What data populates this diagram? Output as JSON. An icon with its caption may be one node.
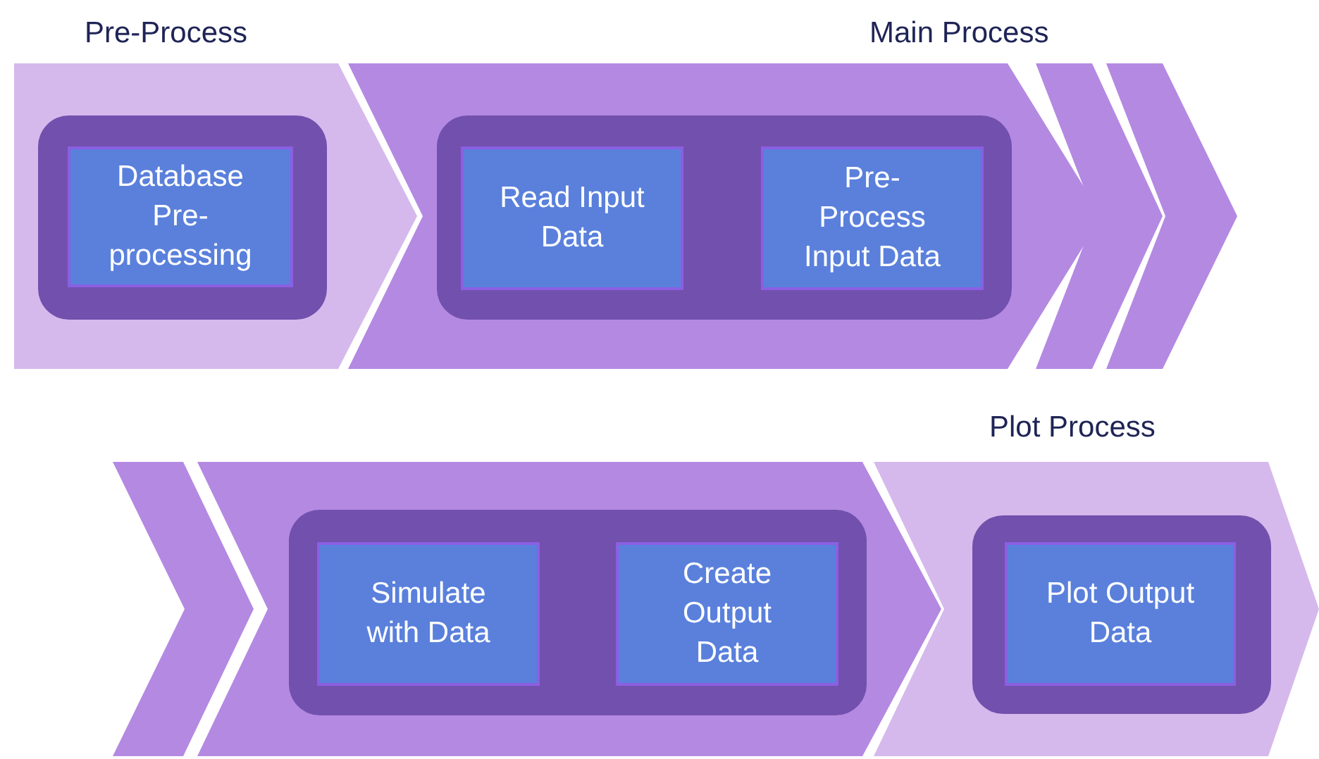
{
  "diagram": {
    "nodes": [
      {
        "text": [
          "Pre-Process"
        ]
      },
      {
        "text": [],
        "shape": "box",
        "in": 0
      },
      {
        "text": [
          "Database Pre-processing"
        ],
        "in": 1
      },
      {
        "text": [
          "Main Process"
        ]
      },
      {
        "text": [],
        "shape": "box",
        "in": 3
      },
      {
        "text": [
          "Read Input Data"
        ],
        "in": 4
      },
      {
        "text": [
          "Pre-Process Input Data"
        ],
        "in": 4
      },
      {
        "text": [],
        "shape": "chevron"
      },
      {
        "text": [],
        "shape": "chevron"
      },
      {
        "text": [],
        "shape": "chevron"
      },
      {
        "text": [],
        "shape": "chevron"
      },
      {
        "text": [],
        "shape": "box",
        "in": 10
      },
      {
        "text": [
          "Simulate with Data"
        ],
        "in": 11
      },
      {
        "text": [
          "Create Output Data"
        ],
        "in": 11
      },
      {
        "text": [
          "Plot Process"
        ]
      },
      {
        "text": [],
        "shape": "box",
        "in": 14
      },
      {
        "text": [
          "Plot Output Data"
        ],
        "in": 15
      }
    ]
  }
}
